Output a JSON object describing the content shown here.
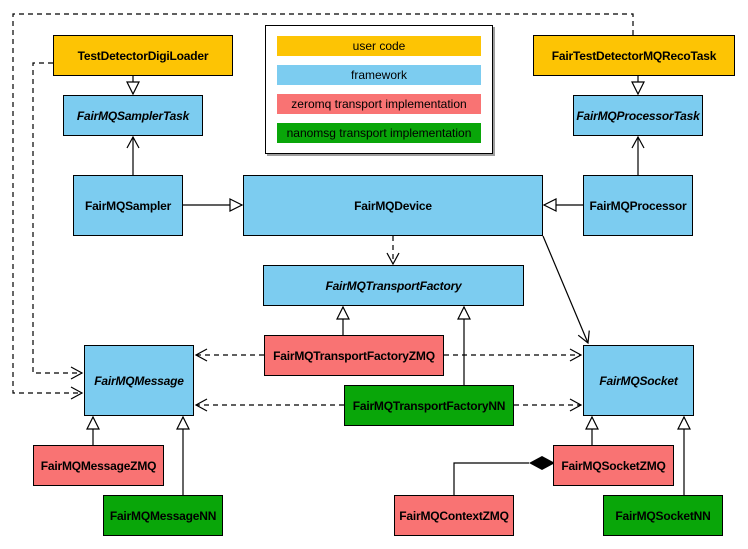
{
  "diagram": {
    "kind": "UML class diagram",
    "subject": "FairMQ framework transport architecture"
  },
  "colors": {
    "user_code": "#FDC404",
    "framework": "#7CCCF0",
    "zeromq": "#F97373",
    "nanomsg": "#09A609",
    "border": "#000000",
    "background": "#FFFFFF",
    "legend_shadow": "#9E9E9E"
  },
  "legend": {
    "items": [
      {
        "label": "user code",
        "color": "#FDC404",
        "category": "user-code"
      },
      {
        "label": "framework",
        "color": "#7CCCF0",
        "category": "framework"
      },
      {
        "label": "zeromq transport implementation",
        "color": "#F97373",
        "category": "zeromq"
      },
      {
        "label": "nanomsg transport implementation",
        "color": "#09A609",
        "category": "nanomsg"
      }
    ]
  },
  "nodes": {
    "testDetectorDigiLoader": {
      "label": "TestDetectorDigiLoader",
      "category": "user-code",
      "abstract": false
    },
    "fairTestDetectorMQRecoTask": {
      "label": "FairTestDetectorMQRecoTask",
      "category": "user-code",
      "abstract": false
    },
    "fairMQSamplerTask": {
      "label": "FairMQSamplerTask",
      "category": "framework",
      "abstract": true
    },
    "fairMQProcessorTask": {
      "label": "FairMQProcessorTask",
      "category": "framework",
      "abstract": true
    },
    "fairMQSampler": {
      "label": "FairMQSampler",
      "category": "framework",
      "abstract": false
    },
    "fairMQDevice": {
      "label": "FairMQDevice",
      "category": "framework",
      "abstract": false
    },
    "fairMQProcessor": {
      "label": "FairMQProcessor",
      "category": "framework",
      "abstract": false
    },
    "fairMQTransportFactory": {
      "label": "FairMQTransportFactory",
      "category": "framework",
      "abstract": true
    },
    "fairMQTransportFactoryZMQ": {
      "label": "FairMQTransportFactoryZMQ",
      "category": "zeromq",
      "abstract": false
    },
    "fairMQTransportFactoryNN": {
      "label": "FairMQTransportFactoryNN",
      "category": "nanomsg",
      "abstract": false
    },
    "fairMQMessage": {
      "label": "FairMQMessage",
      "category": "framework",
      "abstract": true
    },
    "fairMQSocket": {
      "label": "FairMQSocket",
      "category": "framework",
      "abstract": true
    },
    "fairMQMessageZMQ": {
      "label": "FairMQMessageZMQ",
      "category": "zeromq",
      "abstract": false
    },
    "fairMQMessageNN": {
      "label": "FairMQMessageNN",
      "category": "nanomsg",
      "abstract": false
    },
    "fairMQSocketZMQ": {
      "label": "FairMQSocketZMQ",
      "category": "zeromq",
      "abstract": false
    },
    "fairMQSocketNN": {
      "label": "FairMQSocketNN",
      "category": "nanomsg",
      "abstract": false
    },
    "fairMQContextZMQ": {
      "label": "FairMQContextZMQ",
      "category": "zeromq",
      "abstract": false
    }
  },
  "edges": [
    {
      "from": "TestDetectorDigiLoader",
      "to": "FairMQSamplerTask",
      "kind": "inheritance",
      "line": "solid"
    },
    {
      "from": "FairTestDetectorMQRecoTask",
      "to": "FairMQProcessorTask",
      "kind": "inheritance",
      "line": "solid"
    },
    {
      "from": "FairMQSampler",
      "to": "FairMQSamplerTask",
      "kind": "association",
      "line": "solid"
    },
    {
      "from": "FairMQProcessor",
      "to": "FairMQProcessorTask",
      "kind": "association",
      "line": "solid"
    },
    {
      "from": "FairMQSampler",
      "to": "FairMQDevice",
      "kind": "inheritance",
      "line": "solid"
    },
    {
      "from": "FairMQProcessor",
      "to": "FairMQDevice",
      "kind": "inheritance",
      "line": "solid"
    },
    {
      "from": "FairMQDevice",
      "to": "FairMQTransportFactory",
      "kind": "dependency",
      "line": "dashed"
    },
    {
      "from": "FairMQDevice",
      "to": "FairMQSocket",
      "kind": "association",
      "line": "solid"
    },
    {
      "from": "FairMQTransportFactoryZMQ",
      "to": "FairMQTransportFactory",
      "kind": "inheritance",
      "line": "solid"
    },
    {
      "from": "FairMQTransportFactoryNN",
      "to": "FairMQTransportFactory",
      "kind": "inheritance",
      "line": "solid"
    },
    {
      "from": "FairMQTransportFactoryZMQ",
      "to": "FairMQMessage",
      "kind": "dependency",
      "line": "dashed"
    },
    {
      "from": "FairMQTransportFactoryZMQ",
      "to": "FairMQSocket",
      "kind": "dependency",
      "line": "dashed"
    },
    {
      "from": "FairMQTransportFactoryNN",
      "to": "FairMQMessage",
      "kind": "dependency",
      "line": "dashed"
    },
    {
      "from": "FairMQTransportFactoryNN",
      "to": "FairMQSocket",
      "kind": "dependency",
      "line": "dashed"
    },
    {
      "from": "TestDetectorDigiLoader",
      "to": "FairMQMessage",
      "kind": "dependency",
      "line": "dashed"
    },
    {
      "from": "FairTestDetectorMQRecoTask",
      "to": "FairMQMessage",
      "kind": "dependency",
      "line": "dashed"
    },
    {
      "from": "FairMQMessageZMQ",
      "to": "FairMQMessage",
      "kind": "inheritance",
      "line": "solid"
    },
    {
      "from": "FairMQMessageNN",
      "to": "FairMQMessage",
      "kind": "inheritance",
      "line": "solid"
    },
    {
      "from": "FairMQSocketZMQ",
      "to": "FairMQSocket",
      "kind": "inheritance",
      "line": "solid"
    },
    {
      "from": "FairMQSocketNN",
      "to": "FairMQSocket",
      "kind": "inheritance",
      "line": "solid"
    },
    {
      "from": "FairMQContextZMQ",
      "to": "FairMQSocketZMQ",
      "kind": "composition",
      "line": "solid"
    }
  ]
}
